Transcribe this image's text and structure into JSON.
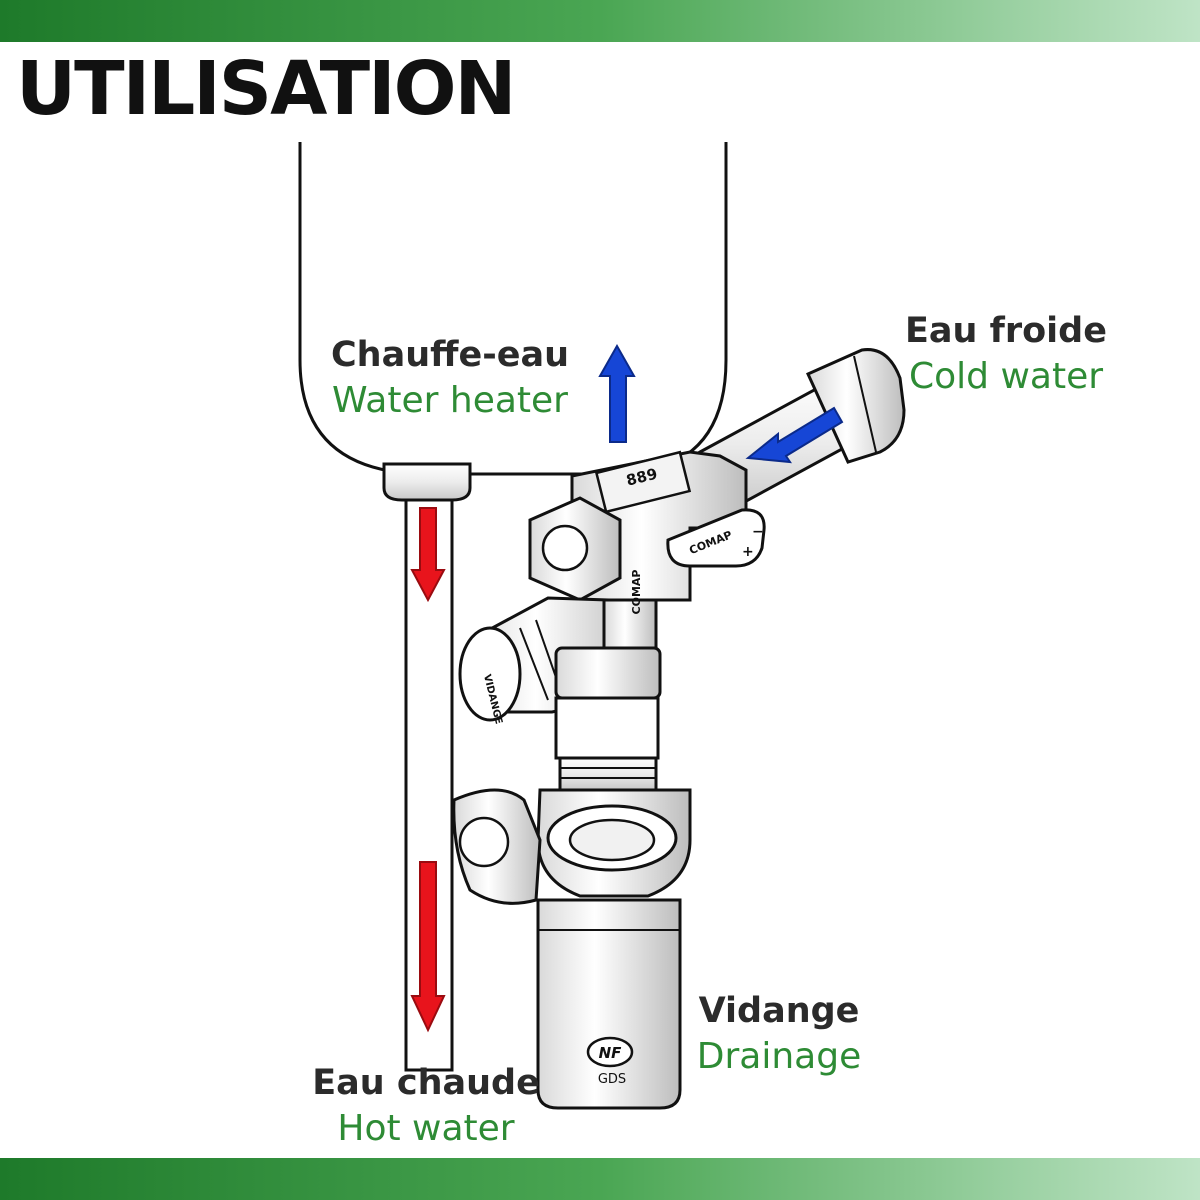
{
  "title": "UTILISATION",
  "colors": {
    "band_dark": "#1e7a2a",
    "band_light": "#bfe4c6",
    "english_label": "#2e8b35",
    "hot_arrow": "#e8141c",
    "cold_arrow": "#1646d6",
    "outline": "#111111"
  },
  "labels": {
    "heater": {
      "fr": "Chauffe-eau",
      "en": "Water heater"
    },
    "cold": {
      "fr": "Eau froide",
      "en": "Cold water"
    },
    "drain": {
      "fr": "Vidange",
      "en": "Drainage"
    },
    "hot": {
      "fr": "Eau chaude",
      "en": "Hot water"
    }
  },
  "markings": {
    "model_number": "889",
    "brand": "COMAP",
    "knob_text": "VIDANGE",
    "cert_mark": "NF",
    "cert_sub": "GDS",
    "plus": "+",
    "minus": "−"
  },
  "icons": [
    "up-arrow-icon",
    "left-arrow-icon",
    "down-arrow-icon"
  ]
}
